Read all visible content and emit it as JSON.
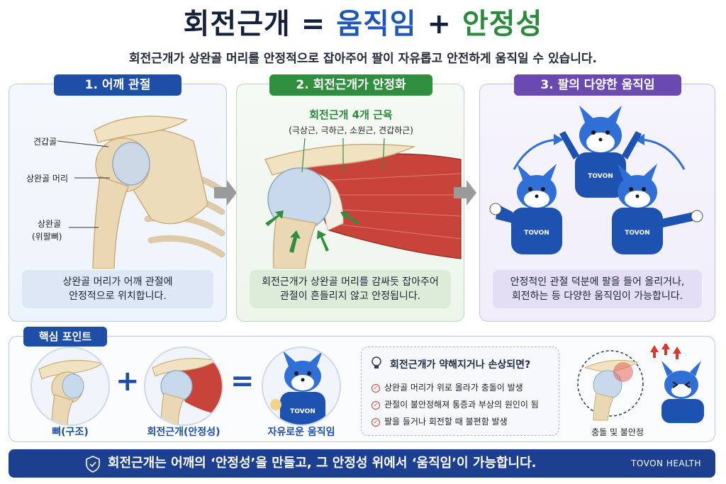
{
  "title": {
    "part1": "회전근개 = ",
    "part2": "움직임",
    "part3": " + ",
    "part4": "안정성"
  },
  "subtitle": "회전근개가 상완골 머리를 안정적으로 잡아주어 팔이 자유롭고 안전하게 움직일 수 있습니다.",
  "panels": [
    {
      "heading": "1. 어깨 관절",
      "labels": {
        "scapula": "견갑골",
        "humeral_head": "상완골 머리",
        "humerus": "상완골",
        "humerus_sub": "(위팔뼈)"
      },
      "caption_line1": "상완골 머리가 어깨 관절에",
      "caption_line2": "안정적으로 위치합니다."
    },
    {
      "heading": "2. 회전근개가 안정화",
      "muscles_title": "회전근개 4개 근육",
      "muscles_list": "(극상근, 극하근, 소원근, 견갑하근)",
      "caption_line1": "회전근개가 상완골 머리를 감싸듯 잡아주어",
      "caption_line2": "관절이 흔들리지 않고 안정됩니다."
    },
    {
      "heading": "3. 팔의 다양한 움직임",
      "mascot_text": "TOVON",
      "caption_line1": "안정적인 관절 덕분에 팔을 들어 올리거나,",
      "caption_line2": "회전하는 등 다양한 움직임이 가능합니다."
    }
  ],
  "key_points": {
    "heading": "핵심 포인트",
    "items": [
      {
        "label": "뼈(구조)"
      },
      {
        "label": "회전근개(안정성)"
      },
      {
        "label": "자유로운 움직임"
      }
    ],
    "operators": [
      "+",
      "="
    ],
    "mascot_text": "TOVON",
    "warning": {
      "title": "회전근개가 약해지거나 손상되면?",
      "items": [
        "상완골 머리가 위로 올라가 충돌이 발생",
        "관절이 불안정해져 통증과 부상의 원인이 됨",
        "팔을 들거나 회전할 때 불편함 발생"
      ]
    },
    "injury_label": "충돌 및 불안정"
  },
  "footer": {
    "text": "회전근개는 어깨의 ‘안정성’을 만들고, 그 안정성 위에서 ‘움직임’이 가능합니다.",
    "brand": "TOVON HEALTH"
  },
  "colors": {
    "navy": "#1d3f8f",
    "blue": "#1f4ea6",
    "green": "#2f8f3e",
    "purple": "#6a4ab0",
    "muscle": "#c8443a",
    "bone": "#ead8b4",
    "fox": "#2f6fd6",
    "warn": "#d23b2f"
  },
  "icons": [
    "arrow-right-icon",
    "lightbulb-icon",
    "check-circle-icon",
    "shield-check-icon",
    "warning-arrow-icon"
  ]
}
